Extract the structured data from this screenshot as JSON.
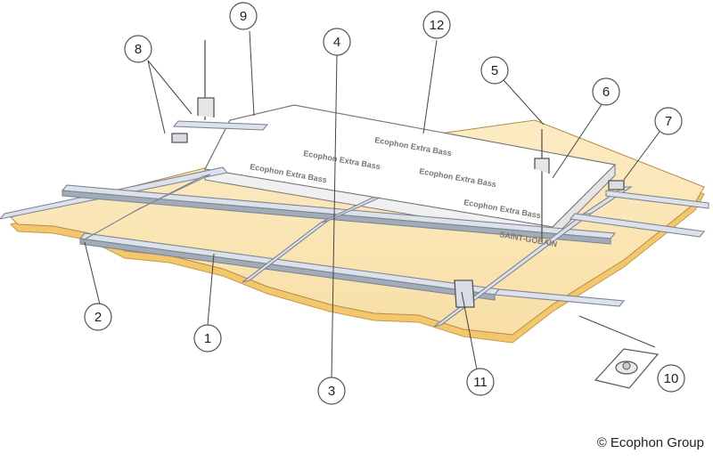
{
  "diagram": {
    "callouts": [
      "1",
      "2",
      "3",
      "4",
      "5",
      "6",
      "7",
      "8",
      "9",
      "10",
      "11",
      "12"
    ],
    "panel_print": "Ecophon Extra Bass",
    "panel_subprint": "SAINT-GOBAIN",
    "copyright": "© Ecophon Group"
  },
  "colors": {
    "tile_face": "#fbe7b9",
    "tile_edge": "#f3c76c",
    "grid_light": "#e3e7ef",
    "grid_dark": "#9aa3b0",
    "panel_fill": "#ffffff",
    "line": "#5a5a5a"
  }
}
